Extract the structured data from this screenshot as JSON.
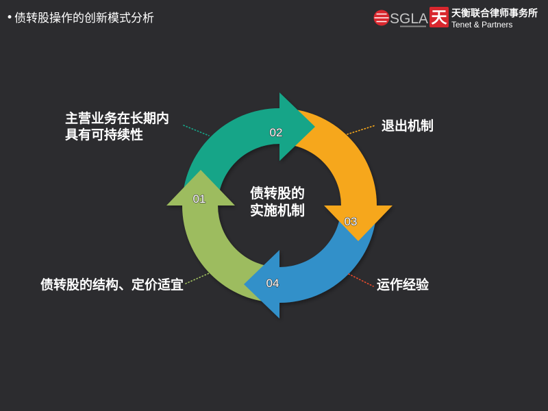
{
  "slide": {
    "bullet": "•",
    "title": "债转股操作的创新模式分析"
  },
  "logos": {
    "sgla": {
      "wordmark": "SGLA",
      "wordmark_color": "#c6c6c6",
      "icon_color": "#d8272e"
    },
    "tenet": {
      "mark": "天",
      "name_cn": "天衡联合律师事务所",
      "name_en": "Tenet & Partners",
      "mark_color": "#d8272e"
    }
  },
  "diagram": {
    "center_lines": [
      "债转股的",
      "实施机制"
    ],
    "steps": [
      {
        "number": "01",
        "label_lines": [
          "债转股的结构、定价适宜"
        ],
        "color": "#9dbc5e",
        "leader_color": "#9dbc5e"
      },
      {
        "number": "02",
        "label_lines": [
          "主营业务在长期内",
          "具有可持续性"
        ],
        "color": "#17a588",
        "leader_color": "#17a588"
      },
      {
        "number": "03",
        "label_lines": [
          "退出机制"
        ],
        "color": "#f6a71b",
        "leader_color": "#f6a71b"
      },
      {
        "number": "04",
        "label_lines": [
          "运作经验"
        ],
        "color": "#3390c9",
        "leader_color": "#e2492c"
      }
    ]
  },
  "colors": {
    "background": "#2c2c2f",
    "text": "#ffffff",
    "number_outline": "#3a3a3a"
  }
}
